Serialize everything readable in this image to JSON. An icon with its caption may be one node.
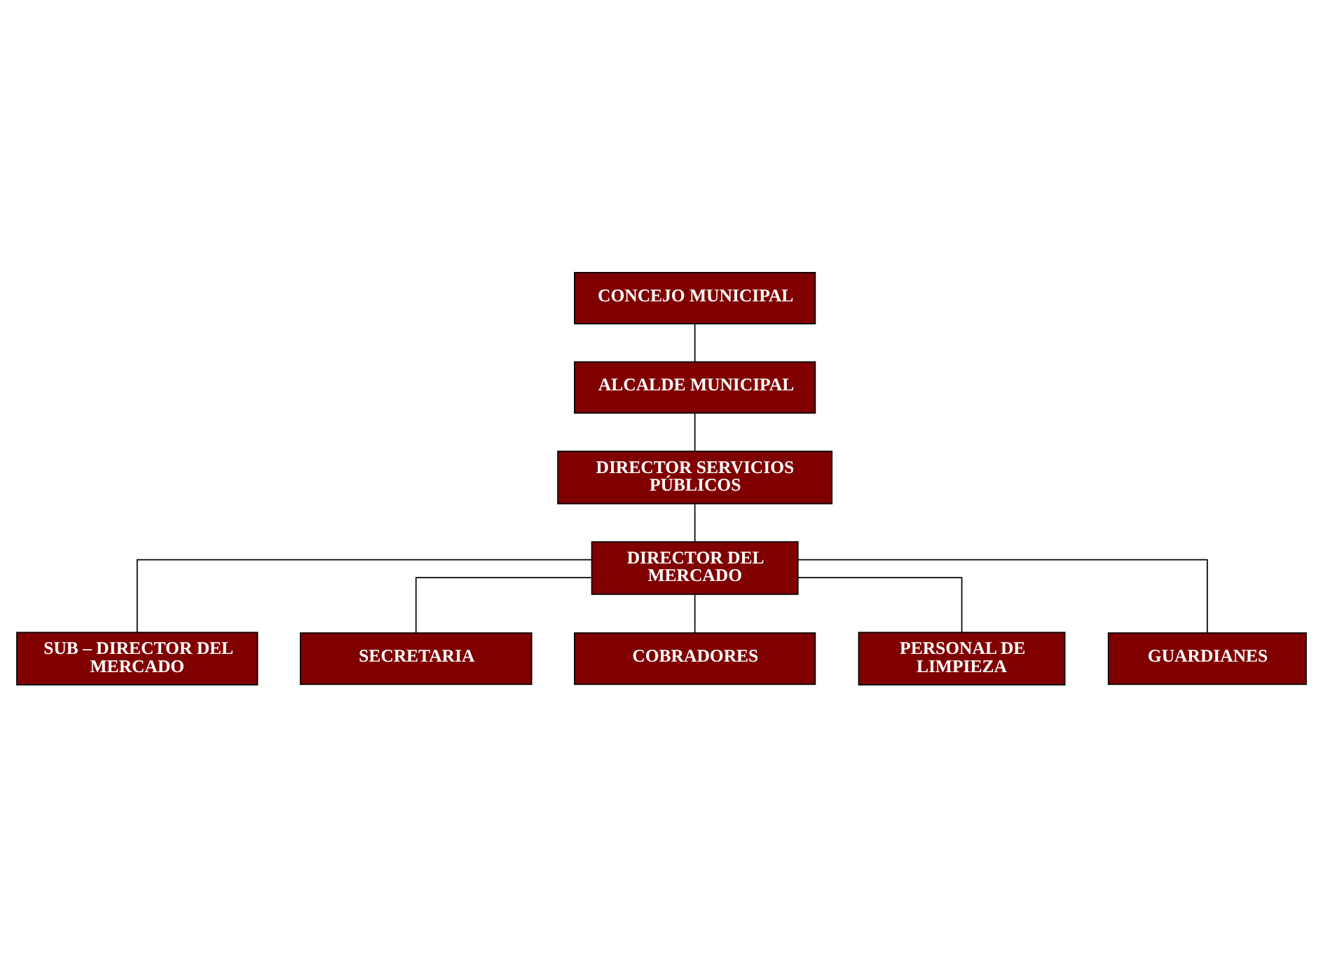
{
  "diagram": {
    "nodes": [
      {
        "text": [
          "CONCEJO MUNICIPAL"
        ]
      },
      {
        "text": [
          "ALCALDE MUNICIPAL"
        ]
      },
      {
        "text": [
          "DIRECTOR SERVICIOS PÚBLICOS"
        ]
      },
      {
        "text": [
          "DIRECTOR DEL MERCADO"
        ]
      },
      {
        "text": [
          "SUB – DIRECTOR DEL MERCADO"
        ]
      },
      {
        "text": [
          "SECRETARIA"
        ]
      },
      {
        "text": [
          "COBRADORES"
        ]
      },
      {
        "text": [
          "PERSONAL DE LIMPIEZA"
        ]
      },
      {
        "text": [
          "GUARDIANES"
        ]
      }
    ],
    "edges": [
      {
        "from": 0,
        "to": 1,
        "arrow": "none"
      },
      {
        "from": 1,
        "to": 2,
        "arrow": "none"
      },
      {
        "from": 2,
        "to": 3,
        "arrow": "none"
      },
      {
        "from": 3,
        "to": 4,
        "arrow": "none"
      },
      {
        "from": 3,
        "to": 5,
        "arrow": "none"
      },
      {
        "from": 3,
        "to": 6,
        "arrow": "none"
      },
      {
        "from": 3,
        "to": 7,
        "arrow": "none"
      },
      {
        "from": 3,
        "to": 8,
        "arrow": "none"
      }
    ]
  }
}
